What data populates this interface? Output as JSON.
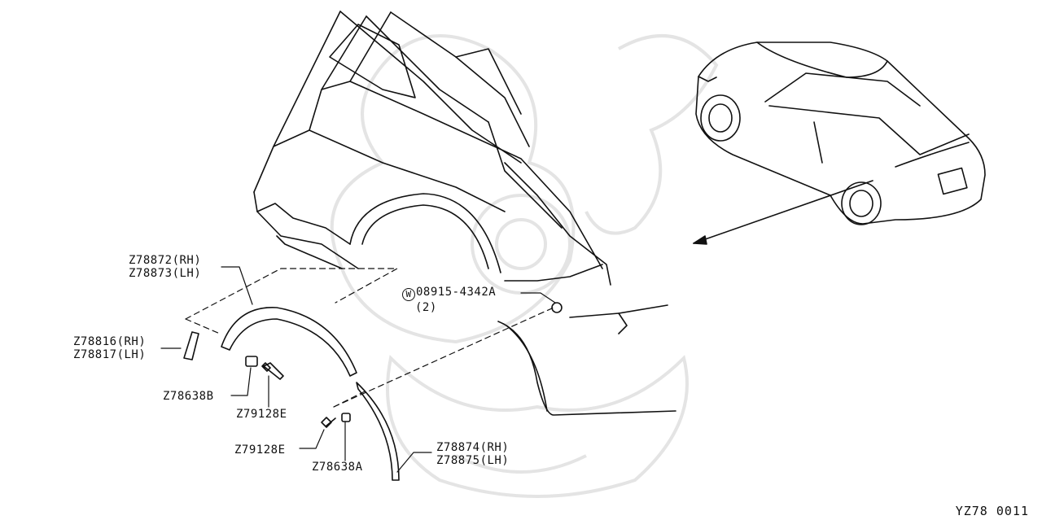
{
  "labels": {
    "p1": {
      "line1": "Z78872(RH)",
      "line2": "Z78873(LH)"
    },
    "p2": {
      "line1": "Z78816(RH)",
      "line2": "Z78817(LH)"
    },
    "p3": "Z78638B",
    "p4": "Z79128E",
    "p5": "Z79128E",
    "p6": "Z78638A",
    "p7": {
      "line1": "Z78874(RH)",
      "line2": "Z78875(LH)"
    },
    "washer": {
      "symbol": "W",
      "part": "08915-4342A",
      "qty": "(2)"
    }
  },
  "figure_code": "YZ78 0011",
  "colors": {
    "line": "#111111",
    "watermark": "#e6e6e6"
  }
}
